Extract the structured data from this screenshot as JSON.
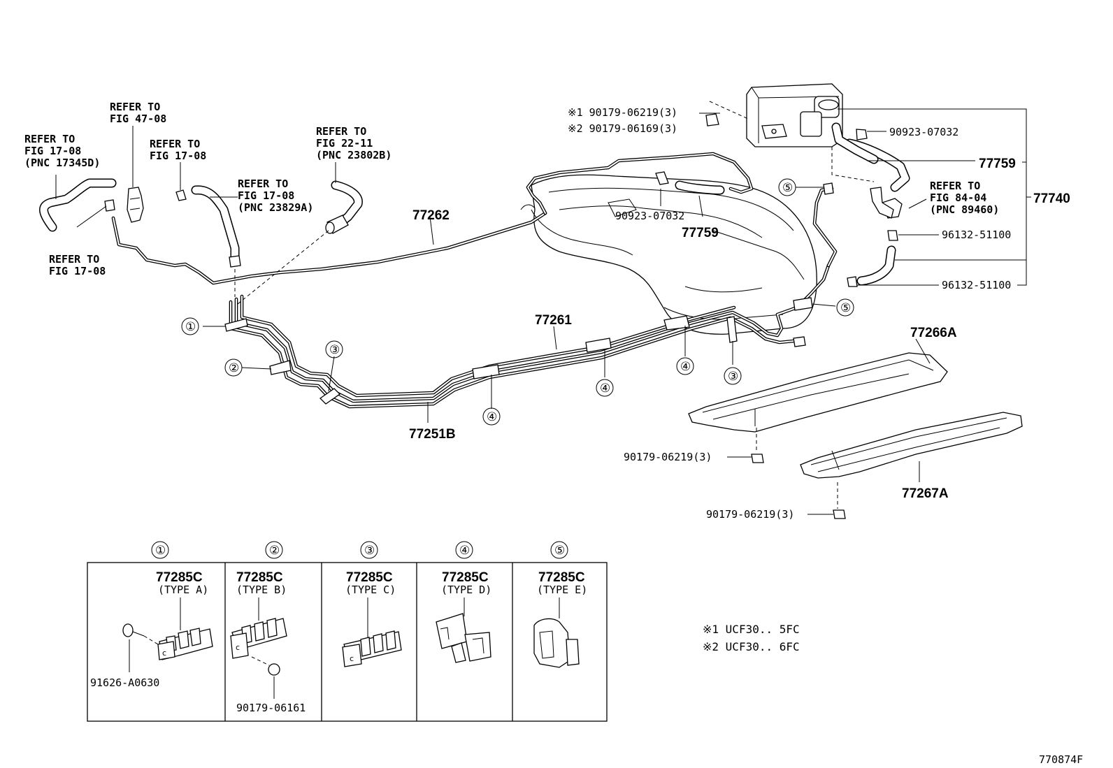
{
  "diagram": {
    "refs": {
      "ref_17_08_a": [
        "REFER TO",
        "FIG 17-08",
        "(PNC 17345D)"
      ],
      "ref_47_08": [
        "REFER TO",
        "FIG 47-08"
      ],
      "ref_17_08_b": [
        "REFER TO",
        "FIG 17-08"
      ],
      "ref_17_08_c": [
        "REFER TO",
        "FIG 17-08",
        "(PNC 23829A)"
      ],
      "ref_22_11": [
        "REFER TO",
        "FIG 22-11",
        "(PNC 23802B)"
      ],
      "ref_17_08_d": [
        "REFER TO",
        "FIG 17-08"
      ],
      "ref_84_04": [
        "REFER TO",
        "FIG 84-04",
        "(PNC 89460)"
      ]
    },
    "parts": {
      "p77262": "77262",
      "p77261": "77261",
      "p77251B": "77251B",
      "p77266A": "77266A",
      "p77267A": "77267A",
      "p77759a": "77759",
      "p77759b": "77759",
      "p77740": "77740",
      "p90923_a": "90923-07032",
      "p90923_b": "90923-07032",
      "p96132_a": "96132-51100",
      "p96132_b": "96132-51100",
      "p90179_note1": "※1 90179-06219(3)",
      "p90179_note2": "※2 90179-06169(3)",
      "p90179_mid": "90179-06219(3)",
      "p90179_low": "90179-06219(3)"
    },
    "callouts": {
      "c1": "①",
      "c2": "②",
      "c3a": "③",
      "c3b": "③",
      "c4a": "④",
      "c4b": "④",
      "c4c": "④",
      "c5a": "⑤",
      "c5b": "⑤"
    }
  },
  "clamp_table": {
    "headers": [
      "①",
      "②",
      "③",
      "④",
      "⑤"
    ],
    "cells": [
      {
        "part": "77285C",
        "type": "(TYPE A)",
        "extra": "91626-A0630"
      },
      {
        "part": "77285C",
        "type": "(TYPE B)",
        "extra": "90179-06161"
      },
      {
        "part": "77285C",
        "type": "(TYPE C)",
        "extra": ""
      },
      {
        "part": "77285C",
        "type": "(TYPE D)",
        "extra": ""
      },
      {
        "part": "77285C",
        "type": "(TYPE E)",
        "extra": ""
      }
    ]
  },
  "notes": {
    "n1": "※1  UCF30.. 5FC",
    "n2": "※2  UCF30.. 6FC"
  },
  "figure_id": "770874F"
}
